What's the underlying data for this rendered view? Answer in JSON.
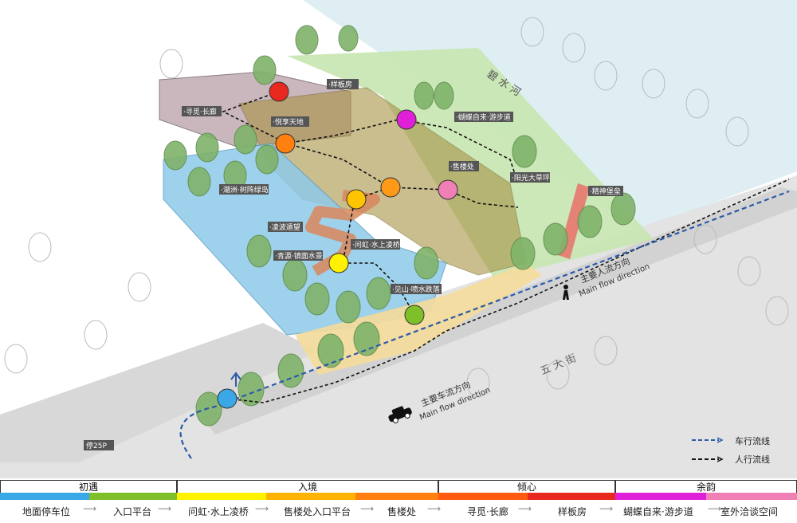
{
  "labels": {
    "river": "碧 水 河",
    "street": "五 大 街",
    "ped_main_cn": "主要人流方向",
    "ped_main_en": "Main flow direction",
    "car_main_cn": "主要车流方向",
    "car_main_en": "Main flow direction",
    "parking": "停25P"
  },
  "tags": {
    "t1": "·样板房",
    "t2": "·寻觅·长廊",
    "t3": "·悦享天地",
    "t4": "·蝴蝶自来·游步道",
    "t5": "·售楼处",
    "t6": "·阳光大草坪",
    "t7": "·精神堡垒",
    "t8": "·潮洲·树阵绿岛",
    "t9": "·凌波遁望",
    "t10": "·问虹·水上凌桥",
    "t11": "·青源·镜面水景",
    "t12": "·见山·喷水跌落"
  },
  "legend": {
    "car_flow": "车行流线",
    "ped_flow": "人行流线"
  },
  "phases": [
    "初遇",
    "入境",
    "倾心",
    "余韵"
  ],
  "steps": [
    "地面停车位",
    "入口平台",
    "问虹·水上凌桥",
    "售楼处入口平台",
    "售楼处",
    "寻觅·长廊",
    "样板房",
    "蝴蝶自来·游步道",
    "室外洽谈空间"
  ],
  "colors": {
    "c1": "#3aa7e6",
    "c2": "#7fbf2a",
    "c3": "#fff200",
    "c4": "#ffb300",
    "c5": "#ff7f0f",
    "c6": "#e8281f",
    "c7": "#e020d8",
    "c8": "#ef7fb5"
  }
}
